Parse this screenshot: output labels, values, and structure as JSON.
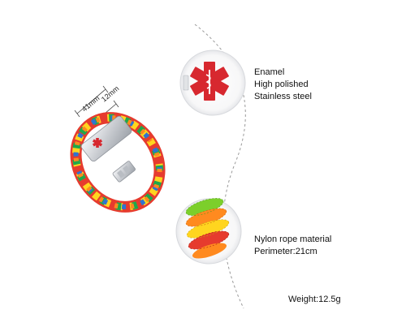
{
  "dimensions": {
    "length_label": "41mm",
    "width_label": "12mm"
  },
  "features": {
    "enamel_lines": [
      "Enamel",
      "High polished",
      "Stainless steel"
    ],
    "rope_lines": [
      "Nylon rope material",
      "Perimeter:21cm"
    ]
  },
  "weight_label": "Weight:12.5g",
  "colors": {
    "medical_red": "#d7282f",
    "steel": "#c9ccd1",
    "rainbow": [
      "#e63b2e",
      "#ff8a1f",
      "#ffd51f",
      "#7ccf2b",
      "#1fa84a",
      "#2f74d0",
      "#8a3fb8"
    ]
  }
}
